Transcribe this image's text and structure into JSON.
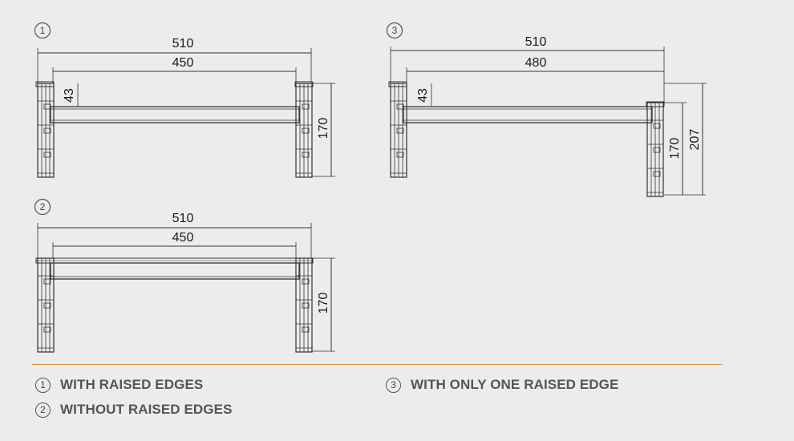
{
  "diagrams": [
    {
      "badge": "1",
      "overall": "510",
      "inner": "450",
      "edge": "43",
      "height": "170"
    },
    {
      "badge": "2",
      "overall": "510",
      "inner": "450",
      "height": "170"
    },
    {
      "badge": "3",
      "overall": "510",
      "inner": "480",
      "edge": "43",
      "height": "170",
      "total_height": "207"
    }
  ],
  "legend": [
    {
      "badge": "1",
      "label": "WITH RAISED EDGES"
    },
    {
      "badge": "2",
      "label": "WITHOUT RAISED EDGES"
    },
    {
      "badge": "3",
      "label": "WITH ONLY ONE RAISED EDGE"
    }
  ],
  "colors": {
    "background": "#ececec",
    "line": "#333333",
    "divider": "#d9883a",
    "legend_text": "#555555"
  }
}
